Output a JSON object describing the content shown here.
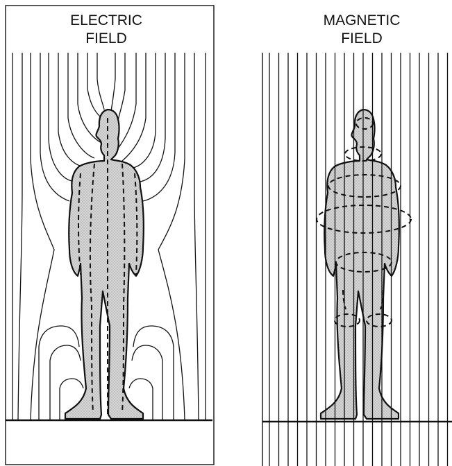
{
  "left_panel": {
    "title_line1": "ELECTRIC",
    "title_line2": "FIELD"
  },
  "right_panel": {
    "title_line1": "MAGNETIC",
    "title_line2": "FIELD"
  },
  "colors": {
    "ink": "#111111",
    "body_fill": "#d2d2d2",
    "background": "#ffffff"
  }
}
